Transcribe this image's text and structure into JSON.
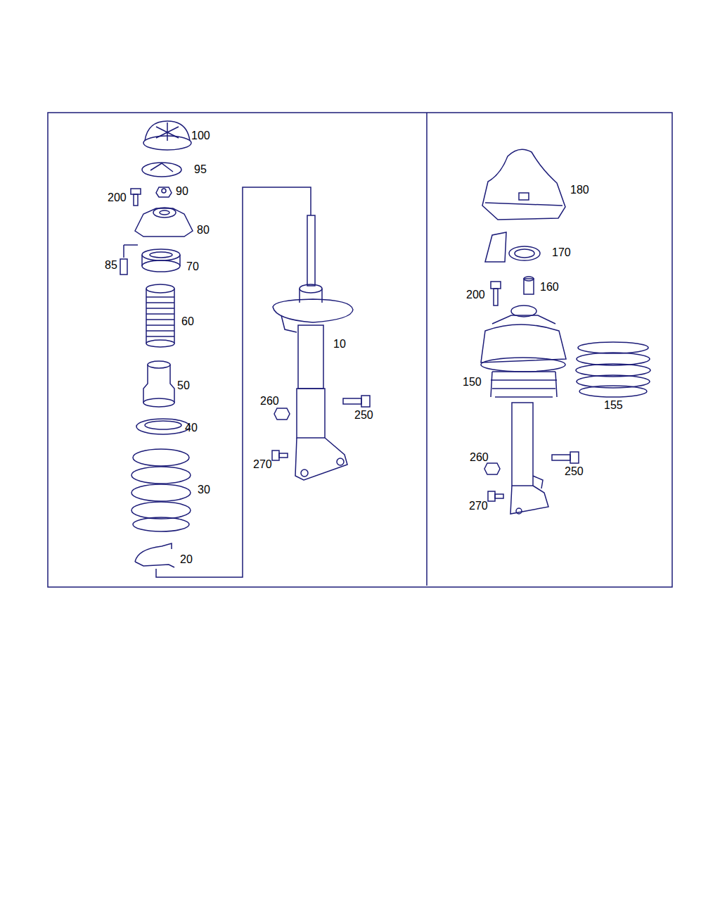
{
  "diagram": {
    "labels": [
      "100",
      "95",
      "200",
      "90",
      "80",
      "85",
      "70",
      "60",
      "50",
      "40",
      "30",
      "20",
      "10",
      "260",
      "250",
      "270",
      "180",
      "170",
      "200",
      "160",
      "150",
      "155",
      "260",
      "250",
      "270"
    ]
  }
}
